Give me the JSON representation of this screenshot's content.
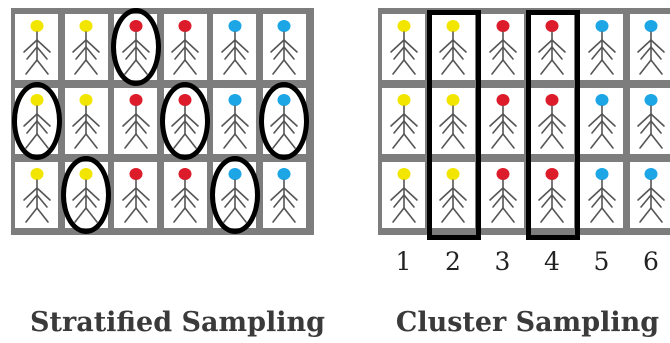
{
  "colors": {
    "yellow": "#f2e600",
    "red": "#dd1c2b",
    "blue": "#1ca6e6",
    "outline": "#000000",
    "grid": "#7d7d7d"
  },
  "icon": "stick-figure-icon",
  "stratified": {
    "caption": "Stratified Sampling",
    "rows": [
      [
        "yellow",
        "yellow",
        "red",
        "red",
        "blue",
        "blue"
      ],
      [
        "yellow",
        "yellow",
        "red",
        "red",
        "blue",
        "blue"
      ],
      [
        "yellow",
        "yellow",
        "red",
        "red",
        "blue",
        "blue"
      ]
    ],
    "selected": [
      [
        0,
        2
      ],
      [
        1,
        0
      ],
      [
        1,
        3
      ],
      [
        1,
        5
      ],
      [
        2,
        1
      ],
      [
        2,
        4
      ]
    ]
  },
  "cluster": {
    "caption": "Cluster Sampling",
    "rows": [
      [
        "yellow",
        "yellow",
        "red",
        "red",
        "blue",
        "blue"
      ],
      [
        "yellow",
        "yellow",
        "red",
        "red",
        "blue",
        "blue"
      ],
      [
        "yellow",
        "yellow",
        "red",
        "red",
        "blue",
        "blue"
      ]
    ],
    "selected_columns": [
      1,
      3
    ],
    "column_labels": [
      "1",
      "2",
      "3",
      "4",
      "5",
      "6"
    ]
  }
}
